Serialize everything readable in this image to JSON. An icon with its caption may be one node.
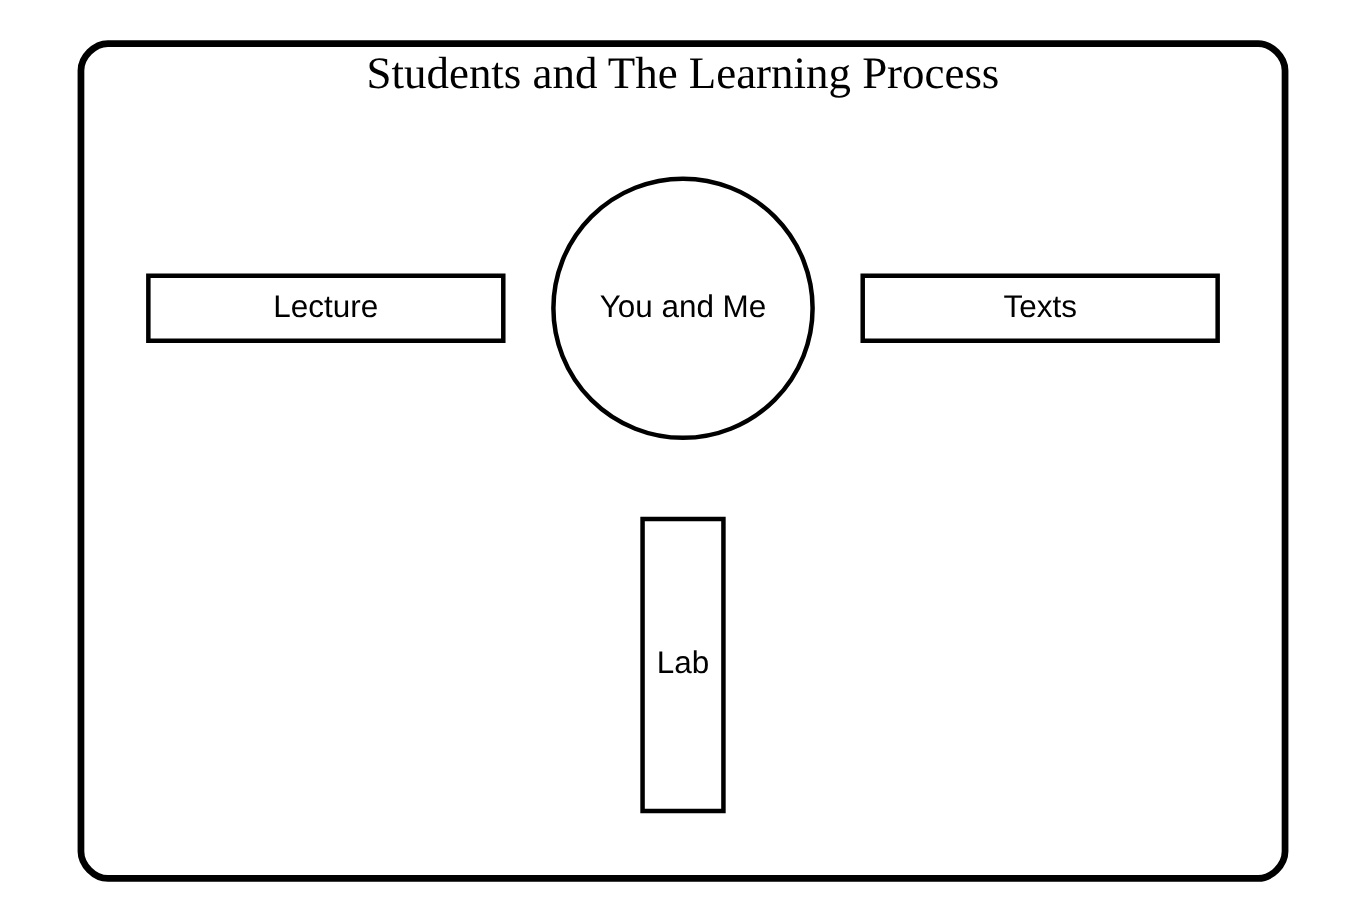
{
  "diagram": {
    "nodes": [
      {
        "text": [
          "Students and The Learning Process"
        ]
      },
      {
        "text": [
          "You and Me"
        ],
        "in": 0
      },
      {
        "text": [
          "Lecture"
        ],
        "in": 0
      },
      {
        "text": [
          "Texts"
        ],
        "in": 0
      },
      {
        "text": [
          "Lab"
        ],
        "in": 0
      }
    ]
  }
}
